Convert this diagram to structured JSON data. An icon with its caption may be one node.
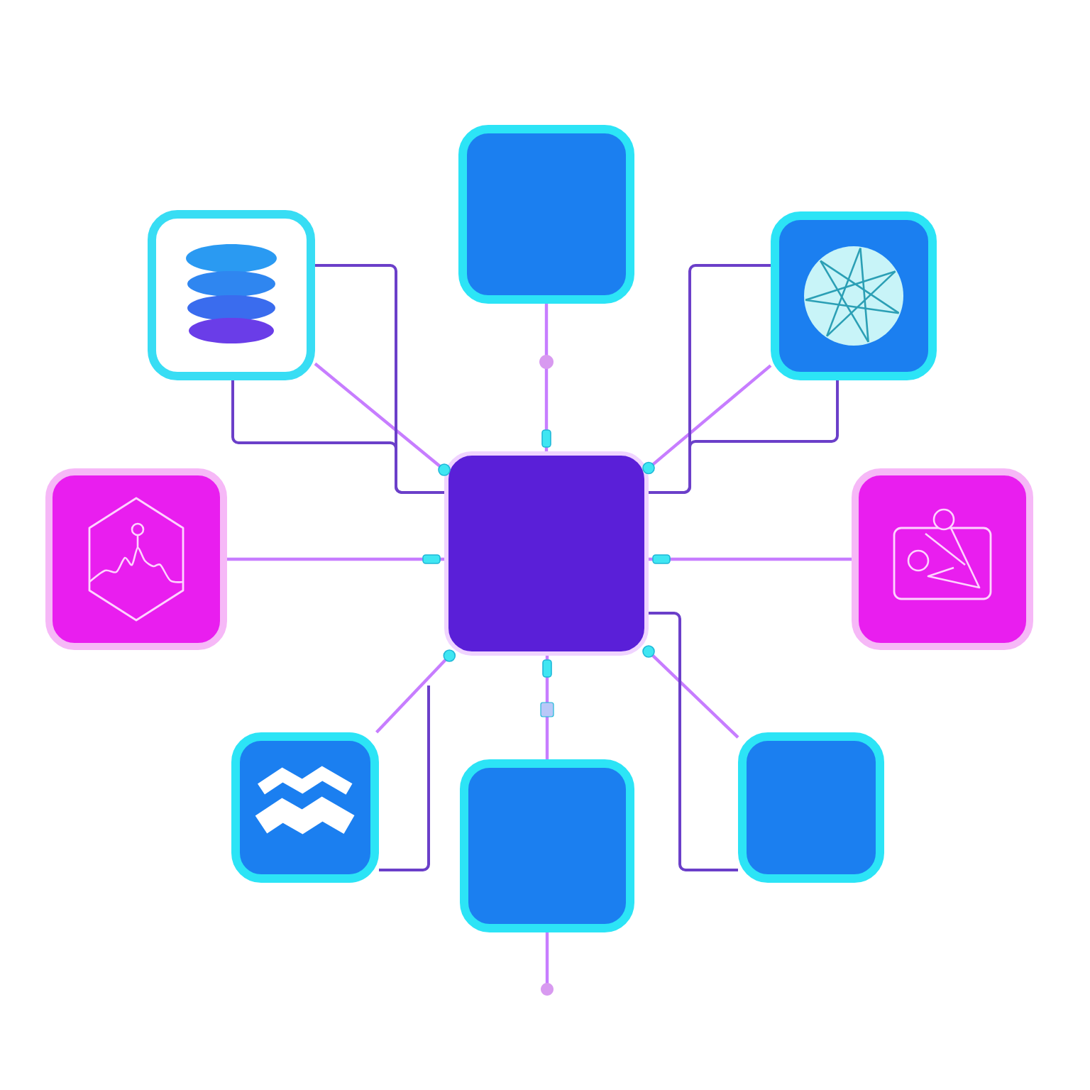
{
  "diagram": {
    "nodes": [
      {
        "text": [],
        "shape": "box"
      },
      {
        "text": [],
        "shape": "box"
      },
      {
        "text": [],
        "shape": "box"
      },
      {
        "text": [],
        "shape": "box"
      },
      {
        "text": [],
        "shape": "box"
      },
      {
        "text": [],
        "shape": "box"
      },
      {
        "text": [],
        "shape": "box"
      },
      {
        "text": [],
        "shape": "box"
      },
      {
        "text": [],
        "shape": "box"
      }
    ],
    "edges": [
      {
        "from": 0,
        "to": 4,
        "arrow": "other"
      },
      {
        "from": 1,
        "to": 4,
        "arrow": "other"
      },
      {
        "from": 1,
        "to": 4,
        "arrow": "none",
        "color": "#6b3fc9"
      },
      {
        "from": 1,
        "to": 4,
        "arrow": "none",
        "color": "#6b3fc9"
      },
      {
        "from": 2,
        "to": 4,
        "arrow": "other"
      },
      {
        "from": 2,
        "to": 4,
        "arrow": "none",
        "color": "#6b3fc9"
      },
      {
        "from": 2,
        "to": 4,
        "arrow": "none",
        "color": "#6b3fc9"
      },
      {
        "from": 3,
        "to": 4,
        "arrow": "other"
      },
      {
        "from": 5,
        "to": 4,
        "arrow": "other"
      },
      {
        "from": 6,
        "to": 4,
        "arrow": "other"
      },
      {
        "from": 6,
        "to": null,
        "arrow": "none",
        "color": "#6b3fc9"
      },
      {
        "from": 7,
        "to": 4,
        "arrow": "other"
      },
      {
        "from": 8,
        "to": 4,
        "arrow": "other"
      },
      {
        "from": 8,
        "to": 4,
        "arrow": "none",
        "color": "#6b3fc9"
      },
      {
        "from": 7,
        "to": null,
        "arrow": "other"
      }
    ]
  }
}
